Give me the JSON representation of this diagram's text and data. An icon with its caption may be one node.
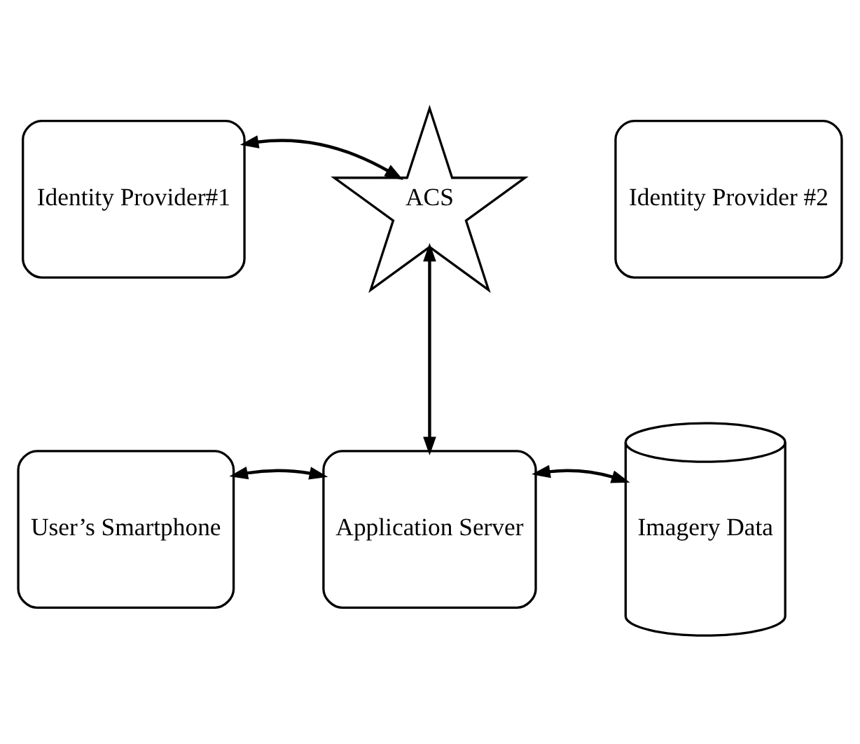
{
  "diagram": {
    "nodes": [
      {
        "text": [
          "Identity Provider#1"
        ]
      },
      {
        "text": [
          "ACS"
        ]
      },
      {
        "text": [
          "Identity Provider #2"
        ]
      },
      {
        "text": [
          "User’s Smartphone"
        ]
      },
      {
        "text": [
          "Application Server"
        ]
      },
      {
        "text": [
          "Imagery Data"
        ]
      }
    ],
    "edges": [
      {
        "from": 0,
        "to": 1,
        "arrow": "both"
      },
      {
        "from": 1,
        "to": 4,
        "arrow": "both"
      },
      {
        "from": 3,
        "to": 4,
        "arrow": "both"
      },
      {
        "from": 4,
        "to": 5,
        "arrow": "both"
      }
    ]
  }
}
